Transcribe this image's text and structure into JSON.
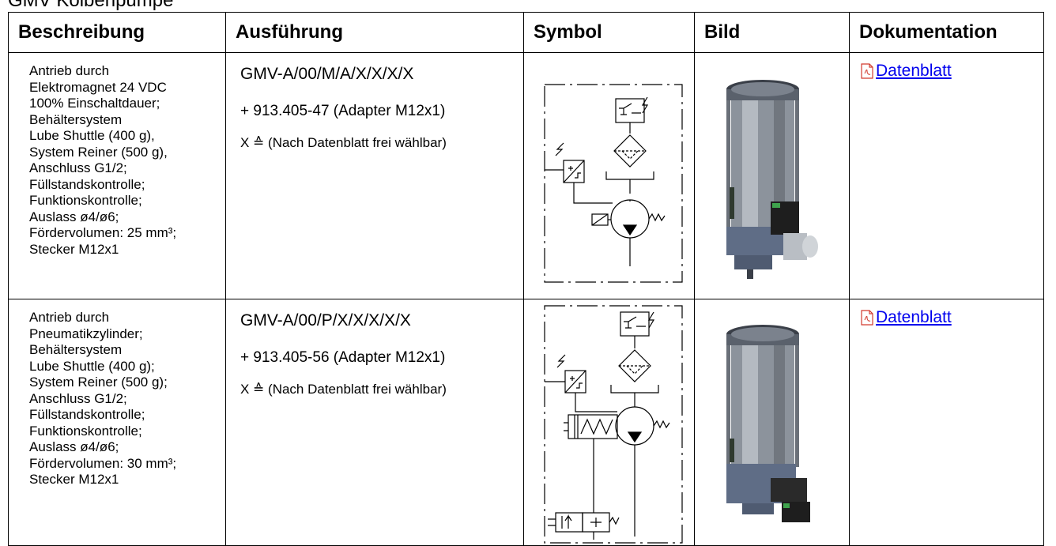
{
  "heading": "GMV Kolbenpumpe",
  "table": {
    "headers": [
      "Beschreibung",
      "Ausführung",
      "Symbol",
      "Bild",
      "Dokumentation"
    ],
    "rows": [
      {
        "description": [
          "Antrieb durch",
          "Elektromagnet 24 VDC",
          "100% Einschaltdauer;",
          "Behältersystem",
          "Lube Shuttle (400 g),",
          "System Reiner (500 g),",
          "Anschluss G1/2;",
          "Füllstandskontrolle;",
          "Funktionskontrolle;",
          "Auslass ø4/ø6;",
          "Fördervolumen: 25 mm³;",
          "Stecker M12x1"
        ],
        "model": "GMV-A/00/M/A/X/X/X/X",
        "adapter": "+ 913.405-47 (Adapter M12x1)",
        "note": "X ≙ (Nach Datenblatt frei wählbar)",
        "doc_link": "Datenblatt"
      },
      {
        "description": [
          "Antrieb durch",
          "Pneumatikzylinder;",
          "Behältersystem",
          "Lube Shuttle (400 g);",
          "System Reiner (500 g);",
          "Anschluss G1/2;",
          "Füllstandskontrolle;",
          "Funktionskontrolle;",
          "Auslass ø4/ø6;",
          "Fördervolumen: 30 mm³;",
          "Stecker M12x1"
        ],
        "model": "GMV-A/00/P/X/X/X/X/X",
        "adapter": "+ 913.405-56 (Adapter M12x1)",
        "note": "X ≙ (Nach Datenblatt frei wählbar)",
        "doc_link": "Datenblatt"
      }
    ]
  },
  "colors": {
    "link": "#0000ee",
    "pdf_icon": "#d23b2f",
    "pump_body": "#5f6d86"
  },
  "icons": {
    "document": "pdf-icon"
  }
}
